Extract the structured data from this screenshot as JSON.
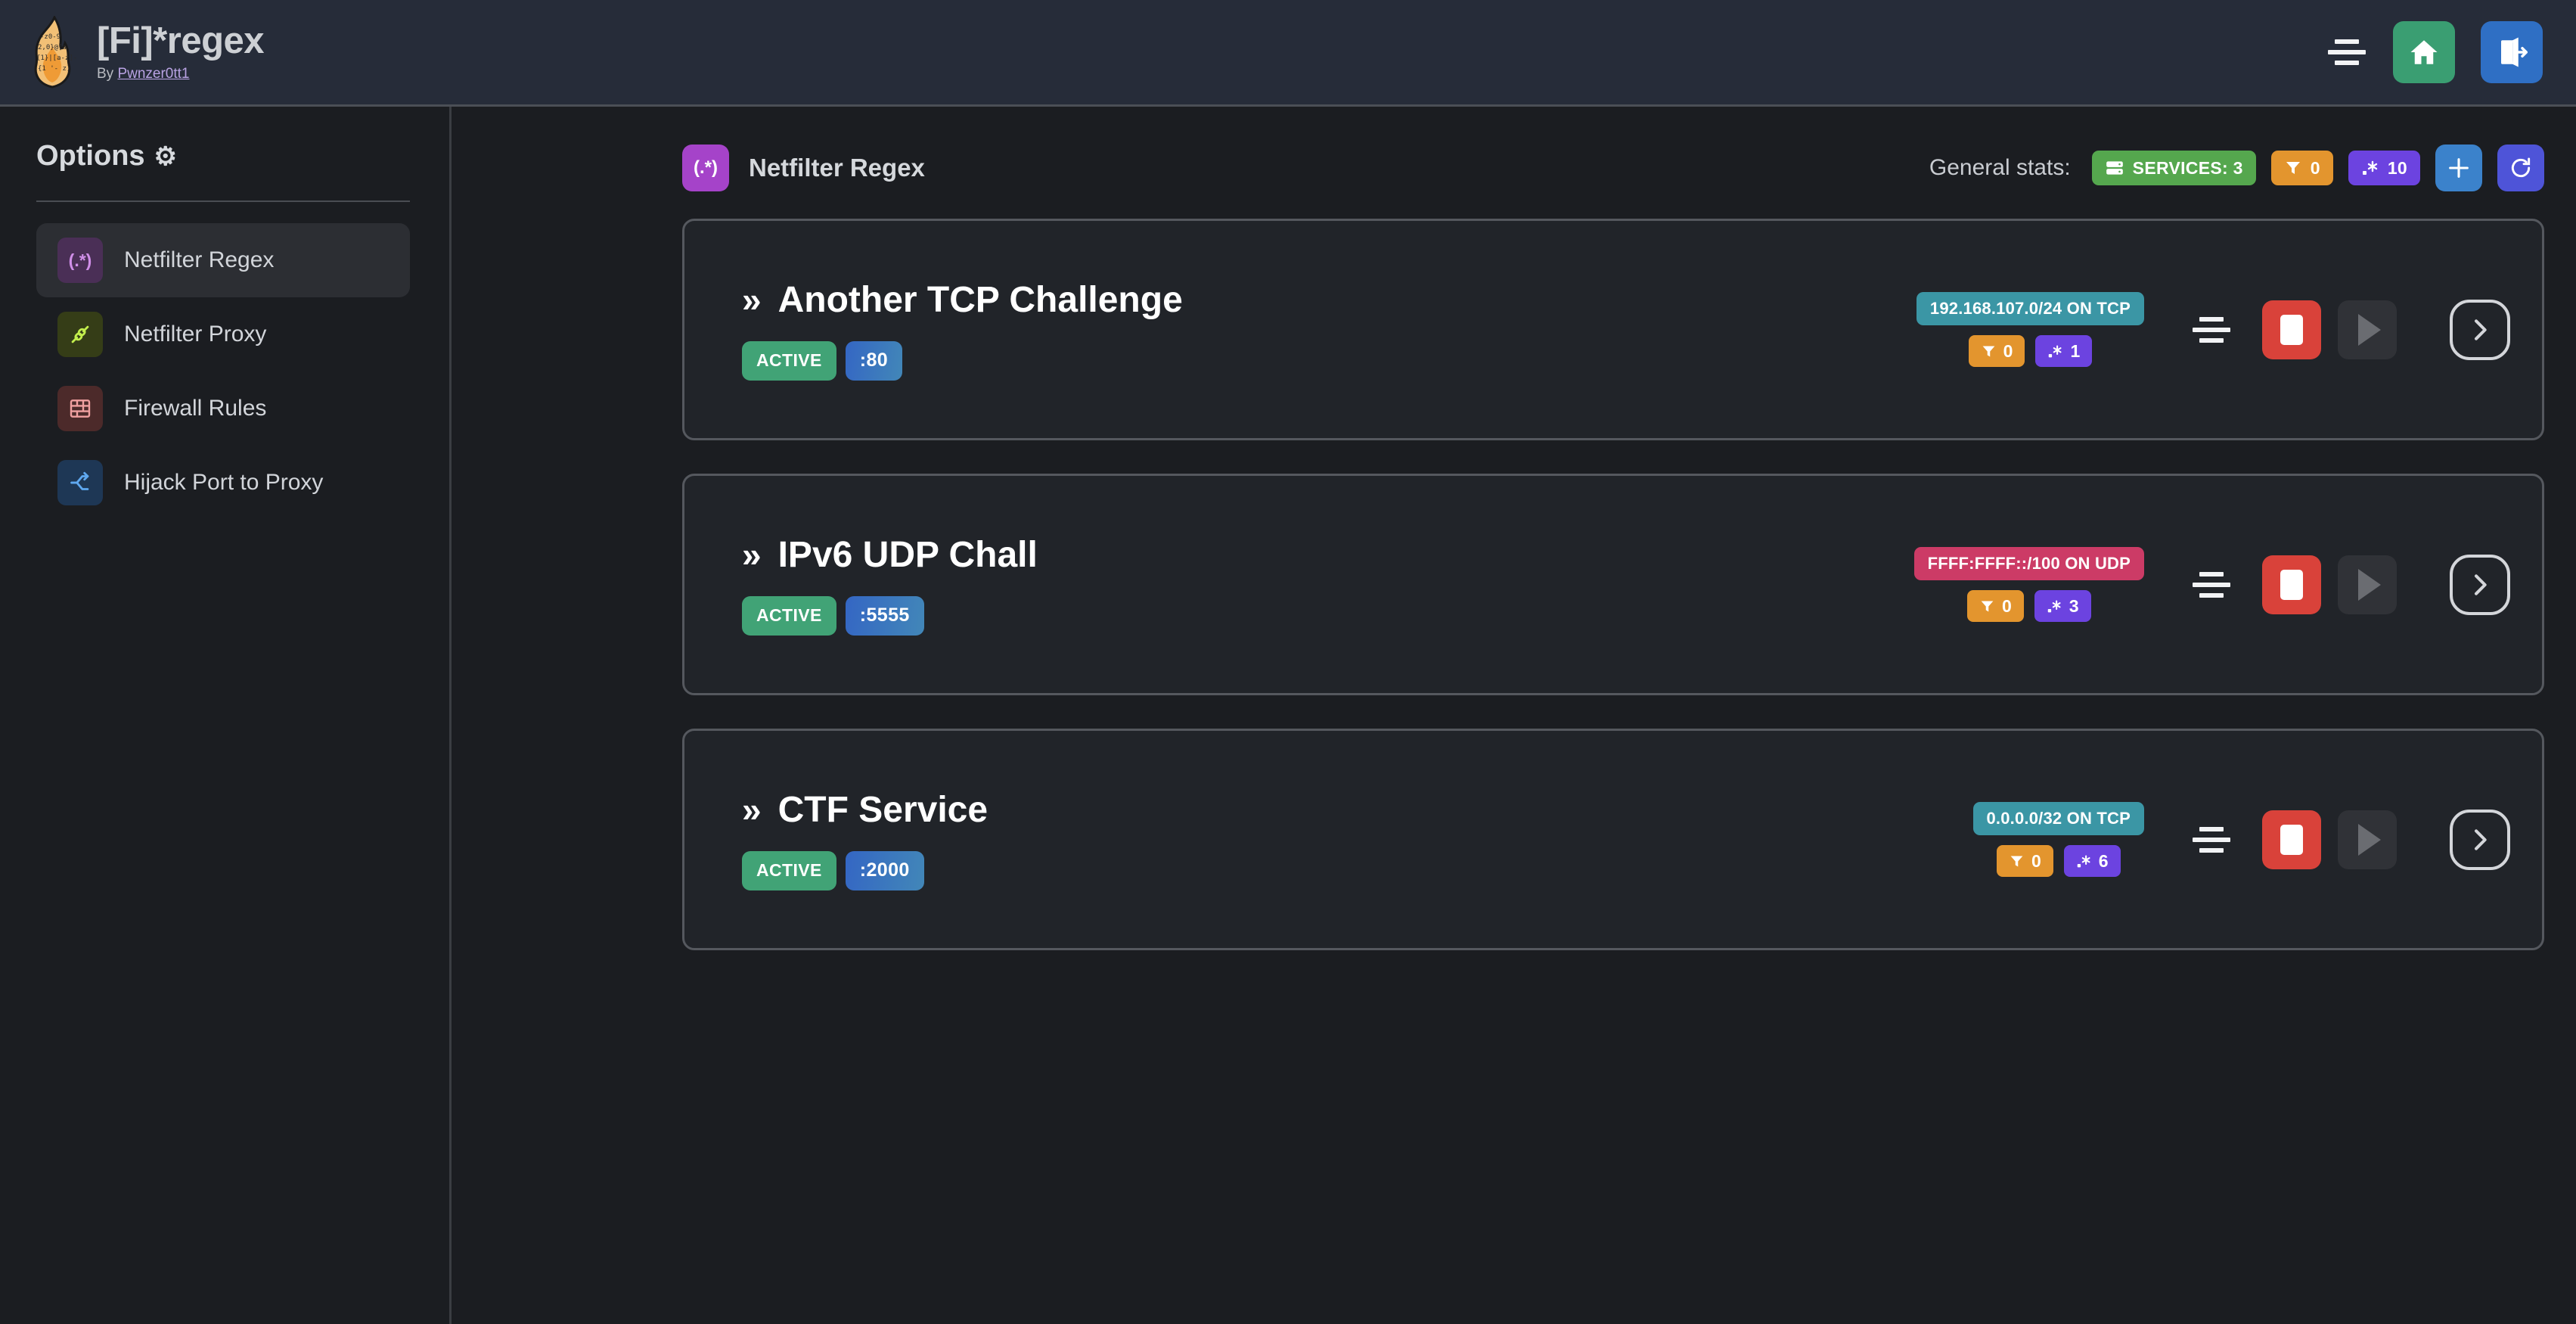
{
  "header": {
    "logo_icon": "flame-regex-logo",
    "title": "[Fi]*regex",
    "by_prefix": "By ",
    "author": "Pwnzer0tt1",
    "menu_icon": "hamburger-icon",
    "home_icon": "home-icon",
    "logout_icon": "logout-icon"
  },
  "sidebar": {
    "title": "Options",
    "gear_icon": "gear-icon",
    "items": [
      {
        "label": "Netfilter Regex",
        "icon": "regex-icon",
        "glyph": "(.*)",
        "active": true
      },
      {
        "label": "Netfilter Proxy",
        "icon": "plug-icon",
        "glyph": "",
        "active": false
      },
      {
        "label": "Firewall Rules",
        "icon": "brick-icon",
        "glyph": "",
        "active": false
      },
      {
        "label": "Hijack Port to Proxy",
        "icon": "reroute-icon",
        "glyph": "",
        "active": false
      }
    ]
  },
  "main": {
    "page_icon": "regex-icon",
    "page_icon_glyph": "(.*)",
    "page_title": "Netfilter Regex",
    "stats_label": "General stats:",
    "stats": [
      {
        "icon": "server-icon",
        "label": "SERVICES: 3",
        "color": "#55a74e"
      },
      {
        "icon": "filter-icon",
        "label": "0",
        "color": "#e3952e"
      },
      {
        "icon": "regex-icon",
        "label": "10",
        "color": "#6c43e0"
      }
    ],
    "add_button_icon": "plus-icon",
    "refresh_button_icon": "refresh-icon"
  },
  "services": [
    {
      "chevron": "»",
      "name": "Another TCP Challenge",
      "status": "ACTIVE",
      "port": ":80",
      "network": "192.168.107.0/24 ON TCP",
      "network_color": "teal",
      "filter_icon": "filter-icon",
      "filter_count": "0",
      "regex_icon": "regex-icon",
      "regex_count": "1",
      "list_icon": "list-icon",
      "stop_icon": "stop-icon",
      "play_icon": "play-icon",
      "open_icon": "chevron-right-icon"
    },
    {
      "chevron": "»",
      "name": "IPv6 UDP Chall",
      "status": "ACTIVE",
      "port": ":5555",
      "network": "FFFF:FFFF::/100 ON UDP",
      "network_color": "pink",
      "filter_icon": "filter-icon",
      "filter_count": "0",
      "regex_icon": "regex-icon",
      "regex_count": "3",
      "list_icon": "list-icon",
      "stop_icon": "stop-icon",
      "play_icon": "play-icon",
      "open_icon": "chevron-right-icon"
    },
    {
      "chevron": "»",
      "name": "CTF Service",
      "status": "ACTIVE",
      "port": ":2000",
      "network": "0.0.0.0/32 ON TCP",
      "network_color": "teal",
      "filter_icon": "filter-icon",
      "filter_count": "0",
      "regex_icon": "regex-icon",
      "regex_count": "6",
      "list_icon": "list-icon",
      "stop_icon": "stop-icon",
      "play_icon": "play-icon",
      "open_icon": "chevron-right-icon"
    }
  ],
  "colors": {
    "header_bg": "#262c39",
    "body_bg": "#1b1d21",
    "card_bg": "#212429",
    "accent_purple": "#a543c9",
    "green": "#55a74e",
    "orange": "#e3952e",
    "red": "#d9423a",
    "blue": "#3b82cb"
  }
}
